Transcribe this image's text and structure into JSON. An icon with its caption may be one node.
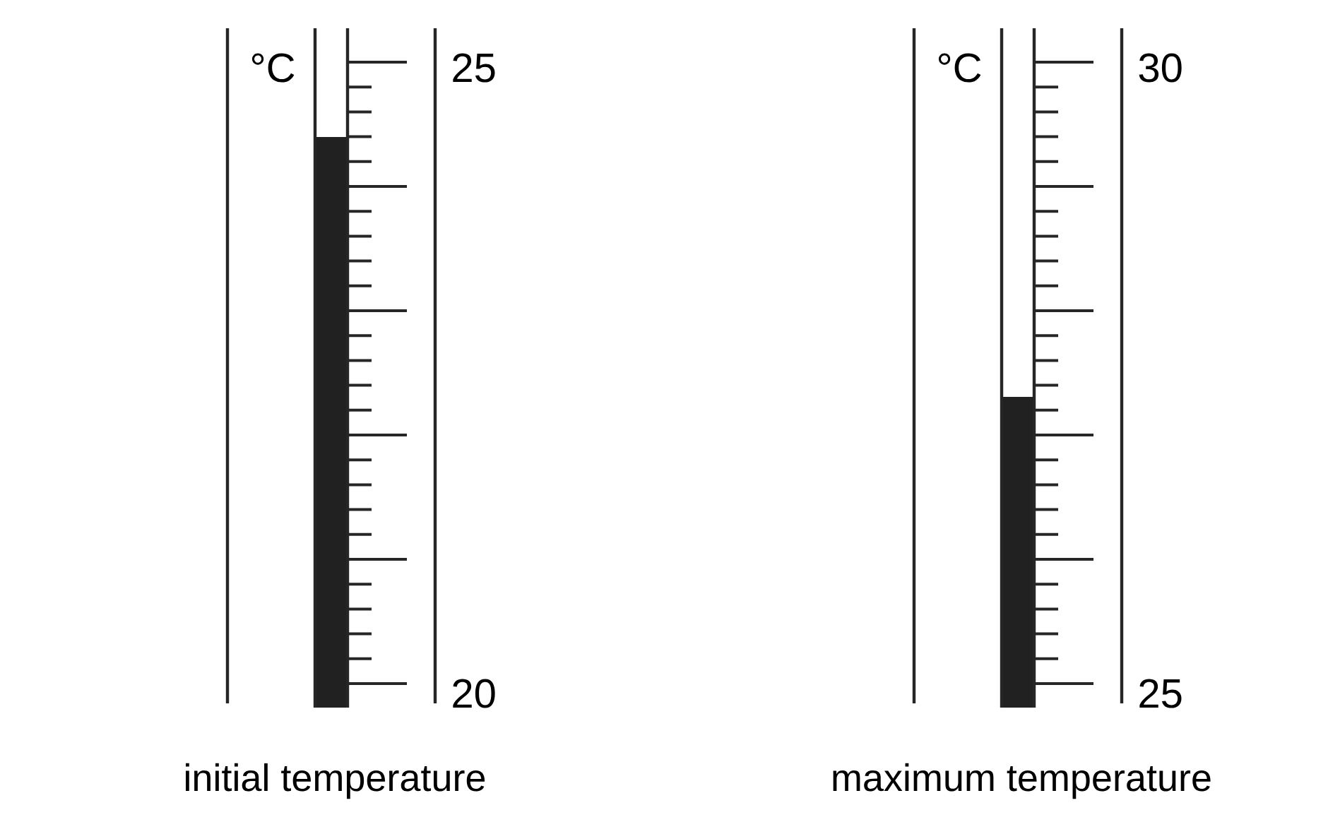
{
  "diagram": {
    "labels": [
      "°C",
      "25",
      "20",
      "initial temperature",
      "°C",
      "30",
      "25",
      "maximum temperature"
    ]
  }
}
